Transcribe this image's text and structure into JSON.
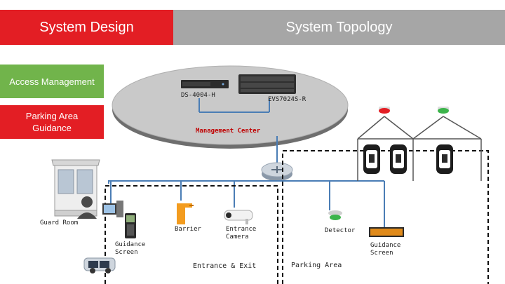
{
  "header": {
    "left_title": "System Design",
    "right_title": "System Topology"
  },
  "menu": {
    "access_management": "Access Management",
    "parking_guidance": "Parking Area Guidance"
  },
  "topology": {
    "storage_label": "DS-4004-H",
    "server_label": "EVS7024S-R",
    "center_label": "Management Center",
    "guard_room": "Guard Room",
    "guidance_screen_left": "Guidance Screen",
    "barrier": "Barrier",
    "entrance_camera": "Entrance Camera",
    "detector": "Detector",
    "guidance_screen_right": "Guidance Screen",
    "entrance_exit": "Entrance & Exit",
    "parking_area": "Parking Area"
  },
  "colors": {
    "accent_red": "#e31e24",
    "accent_green": "#71b44b",
    "header_gray": "#a6a6a6",
    "link_blue": "#4a7db5"
  }
}
